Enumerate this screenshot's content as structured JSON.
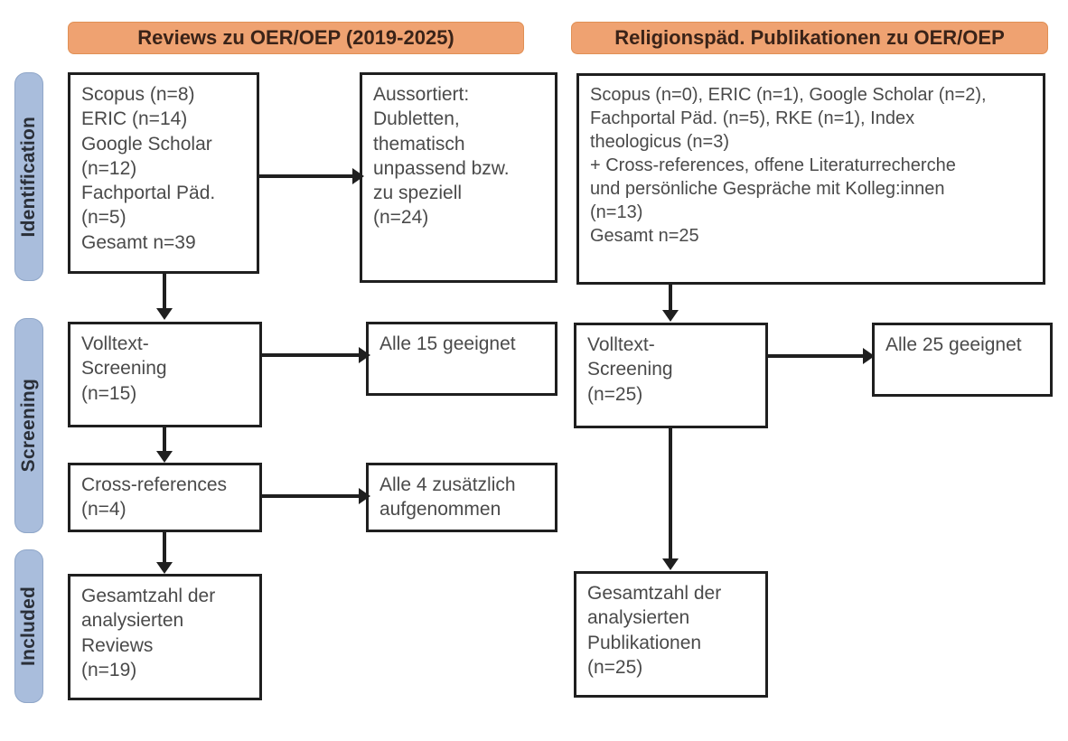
{
  "diagram": {
    "type": "prisma-flow-diagram",
    "accent_header_color": "#efa271",
    "stage_pill_color": "#a9bddc",
    "box_border_color": "#1f1f1f"
  },
  "stages": [
    {
      "id": "identification",
      "label": "Identification"
    },
    {
      "id": "screening",
      "label": "Screening"
    },
    {
      "id": "included",
      "label": "Included"
    }
  ],
  "columns": [
    {
      "id": "reviews",
      "header": "Reviews zu OER/OEP (2019-2025)"
    },
    {
      "id": "religionspaed",
      "header": "Religionspäd. Publikationen zu OER/OEP"
    }
  ],
  "boxes": {
    "left_identification_sources": "Scopus (n=8)\nERIC (n=14)\nGoogle Scholar\n(n=12)\nFachportal Päd.\n(n=5)\nGesamt n=39",
    "left_excluded": "Aussortiert:\nDubletten,\nthematisch\nunpassend bzw.\nzu speziell\n(n=24)",
    "left_fulltext_screening": "Volltext-\nScreening\n(n=15)",
    "left_fulltext_result": "Alle 15 geeignet",
    "left_cross_references": "Cross-references\n(n=4)",
    "left_cross_references_result": "Alle 4 zusätzlich\naufgenommen",
    "left_included_total": "Gesamtzahl der\nanalysierten\nReviews\n(n=19)",
    "right_identification_sources": "Scopus (n=0), ERIC (n=1), Google Scholar (n=2),\nFachportal Päd. (n=5), RKE (n=1), Index\ntheologicus (n=3)\n+ Cross-references, offene Literaturrecherche\nund persönliche Gespräche mit Kolleg:innen\n(n=13)\nGesamt n=25",
    "right_fulltext_screening": "Volltext-\nScreening\n(n=25)",
    "right_fulltext_result": "Alle 25 geeignet",
    "right_included_total": "Gesamtzahl der\nanalysierten\nPublikationen\n(n=25)"
  },
  "counts": {
    "left_scopus": 8,
    "left_eric": 14,
    "left_google_scholar": 12,
    "left_fachportal": 5,
    "left_total_identified": 39,
    "left_excluded": 24,
    "left_fulltext_screened": 15,
    "left_cross_references": 4,
    "left_included": 19,
    "right_scopus": 0,
    "right_eric": 1,
    "right_google_scholar": 2,
    "right_fachportal": 5,
    "right_rke": 1,
    "right_index_theologicus": 3,
    "right_other_sources": 13,
    "right_total_identified": 25,
    "right_fulltext_screened": 25,
    "right_included": 25
  }
}
